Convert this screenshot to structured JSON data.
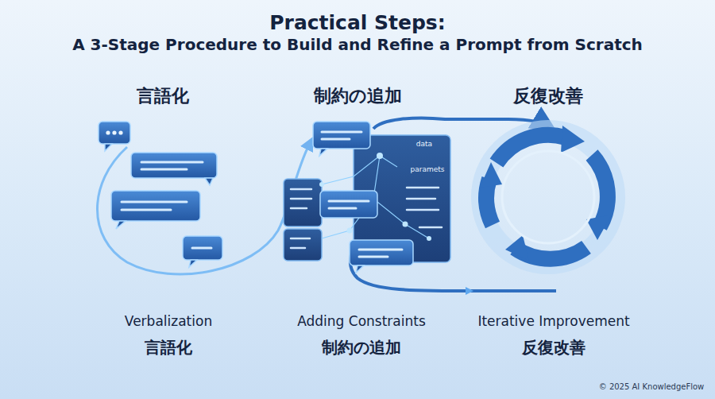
{
  "diagram": {
    "title": "Practical Steps:",
    "labels": [
      "A 3-Stage Procedure to Build and Refine a Prompt from Scratch",
      "言語化",
      "制約の追加",
      "反復改善",
      "data",
      "paramets",
      "Verbalization",
      "言語化",
      "Adding Constraints",
      "制約の追加",
      "Iterative Improvement",
      "反復改善",
      "© 2025 AI KnowledgeFlow"
    ]
  }
}
